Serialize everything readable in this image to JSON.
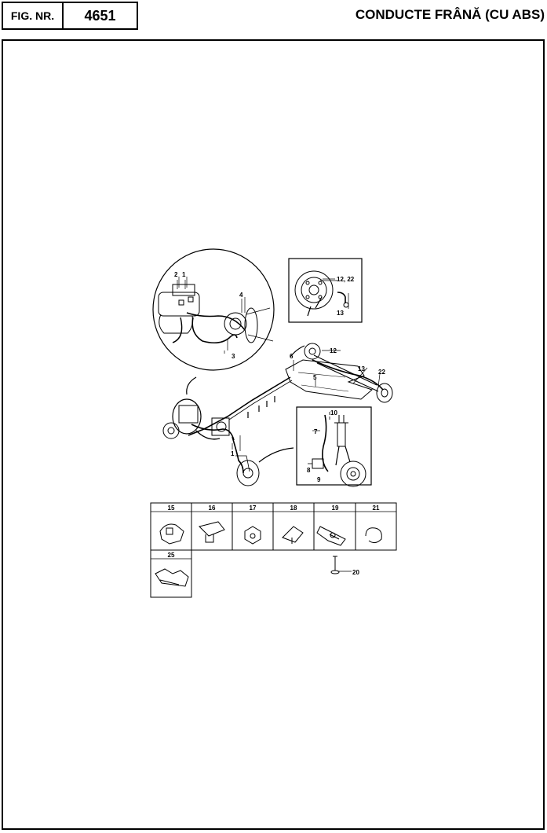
{
  "header": {
    "fig_label": "FIG. NR.",
    "fig_number": "4651",
    "title": "CONDUCTE FRÂNĂ (CU ABS)"
  },
  "callouts": {
    "c1a": "1",
    "c2": "2",
    "c1b": "1",
    "c3": "3",
    "c4": "4",
    "c5": "5",
    "c6": "6",
    "c7": "7",
    "c8": "8",
    "c9": "9",
    "c10": "10",
    "c12a": "12, 22",
    "c12b": "12",
    "c13a": "13",
    "c13b": "13",
    "c20": "20",
    "c22": "22"
  },
  "parts_table": {
    "row1": [
      "15",
      "16",
      "17",
      "18",
      "19",
      "21"
    ],
    "row2": [
      "25"
    ]
  }
}
